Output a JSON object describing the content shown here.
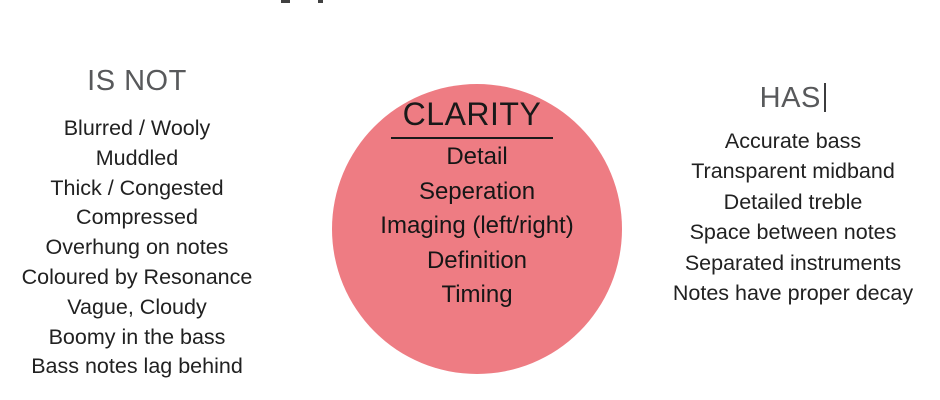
{
  "left_panel": {
    "heading": "IS NOT",
    "items": [
      "Blurred / Wooly",
      "Muddled",
      "Thick / Congested",
      "Compressed",
      "Overhung on notes",
      "Coloured by Resonance",
      "Vague, Cloudy",
      "Boomy in the bass",
      "Bass notes lag behind"
    ]
  },
  "circle": {
    "title": "CLARITY",
    "items": [
      "Detail",
      "Seperation",
      "Imaging (left/right)",
      "Definition",
      "Timing"
    ]
  },
  "right_panel": {
    "heading": "HAS",
    "text_cursor_visible": true,
    "items": [
      "Accurate bass",
      "Transparent midband",
      "Detailed treble",
      "Space between notes",
      "Separated instruments",
      "Notes have proper decay"
    ]
  },
  "colors": {
    "background": "#ffffff",
    "heading_text": "#58595b",
    "body_text": "#212121",
    "circle_fill": "#ee7c83",
    "circle_text": "#161616"
  }
}
